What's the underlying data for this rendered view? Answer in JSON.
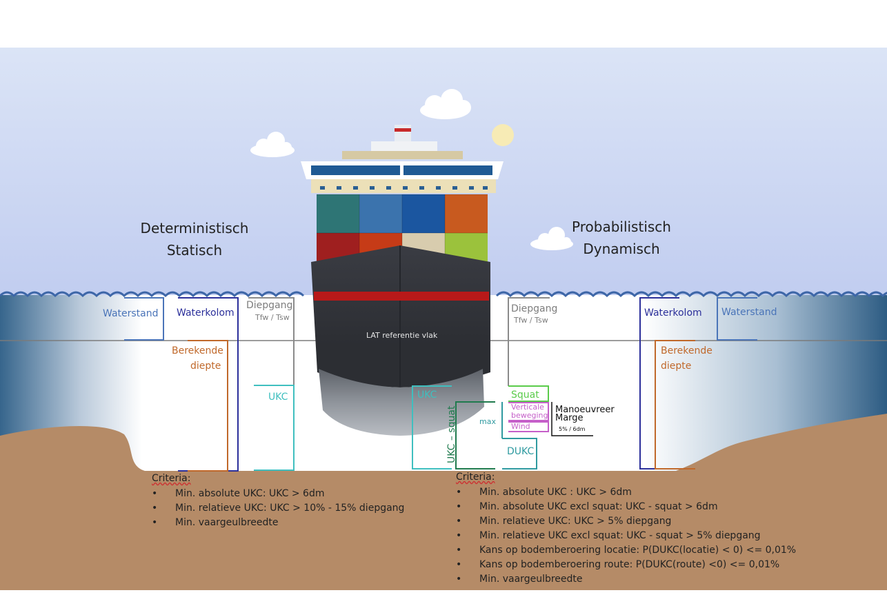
{
  "left_heading": {
    "line1": "Deterministisch",
    "line2": "Statisch"
  },
  "right_heading": {
    "line1": "Probabilistisch",
    "line2": "Dynamisch"
  },
  "ship": {
    "reference_plane": "LAT referentie vlak"
  },
  "left_labels": {
    "waterstand": "Waterstand",
    "waterkolom": "Waterkolom",
    "diepgang": "Diepgang",
    "tfw_tsw": "Tfw / Tsw",
    "berekende": "Berekende",
    "diepte": "diepte",
    "ukc": "UKC"
  },
  "right_labels": {
    "diepgang": "Diepgang",
    "tfw_tsw": "Tfw / Tsw",
    "waterkolom": "Waterkolom",
    "waterstand": "Waterstand",
    "berekende": "Berekende",
    "diepte": "diepte",
    "ukc": "UKC",
    "ukc_squat": "UKC – squat",
    "max": "max",
    "squat": "Squat",
    "verticale": "Verticale",
    "beweging": "beweging",
    "wind": "Wind",
    "manoeuvreer": "Manoeuvreer",
    "marge": "Marge",
    "marge_value": "5% / 6dm",
    "dukc": "DUKC"
  },
  "left_criteria": {
    "title": "Criteria:",
    "items": [
      "Min. absolute UKC: UKC > 6dm",
      "Min. relatieve UKC: UKC > 10% - 15% diepgang",
      "Min. vaargeulbreedte"
    ]
  },
  "right_criteria": {
    "title": "Criteria:",
    "items": [
      "Min. absolute UKC : UKC > 6dm",
      "Min. absolute UKC excl squat: UKC - squat > 6dm",
      "Min. relatieve UKC: UKC > 5% diepgang",
      "Min. relatieve UKC excl squat: UKC - squat > 5% diepgang",
      "Kans op bodemberoering locatie: P(DUKC(locatie) < 0) <= 0,01%",
      "Kans op bodemberoering route: P(DUKC(route) <0) <= 0,01%",
      "Min. vaargeulbreedte"
    ]
  },
  "colors": {
    "sky": "#c9d4f2",
    "water_dark": "#2f5f86",
    "seabed": "#b58b67",
    "waterstand": "#4a74b8",
    "waterkolom": "#2b2f9a",
    "diepgang": "#8a8a8a",
    "berekende": "#c0682a",
    "ukc": "#3fbfbf",
    "ukc_squat": "#1f7a4d",
    "squat": "#5acb4a",
    "verticale": "#c55fc9",
    "dukc": "#2f9aa0",
    "hull": "#35373d",
    "stripe": "#b81919"
  }
}
